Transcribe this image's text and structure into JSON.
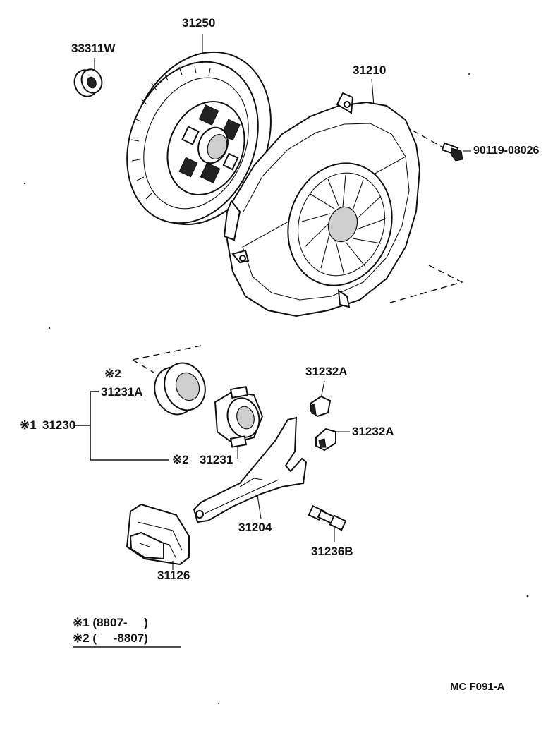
{
  "labels": {
    "clutch_disc": "31250",
    "pilot_bearing": "33311W",
    "clutch_cover": "31210",
    "cover_bolt": "90119-08026",
    "release_bearing_assy_mark": "※2",
    "release_bearing": "31231A",
    "release_bearing_hub_mark": "※1",
    "release_bearing_hub": "31230",
    "bearing_hub_alt_mark": "※2",
    "bearing_hub_alt": "31231",
    "fork_clip_upper": "31232A",
    "fork_clip_lower": "31232A",
    "release_fork": "31204",
    "fork_support": "31236B",
    "boot": "31126"
  },
  "notes": {
    "note1": "※1 (8807-     )",
    "note2": "※2 (     -8807)"
  },
  "footer": {
    "code": "MC  F091-A"
  }
}
